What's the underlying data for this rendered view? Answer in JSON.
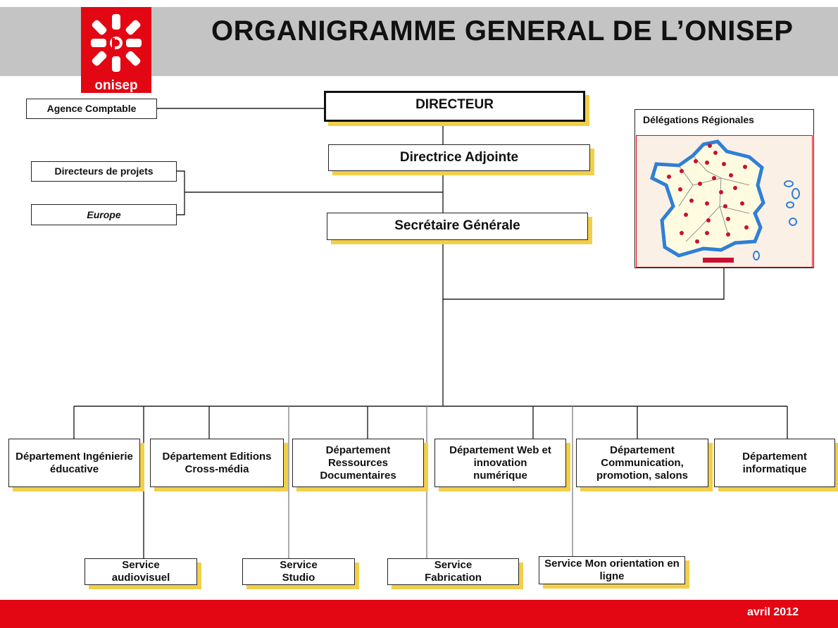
{
  "header": {
    "title": "ORGANIGRAMME GENERAL DE L’ONISEP",
    "logo_text": "onisep"
  },
  "top": {
    "agence": "Agence Comptable",
    "directeur": "DIRECTEUR",
    "directrice": "Directrice Adjointe",
    "directeurs_projets": "Directeurs de projets",
    "europe": "Europe",
    "secretaire": "Secrétaire Générale",
    "delegations": "Délégations Régionales"
  },
  "departments": [
    "Département Ingénierie éducative",
    "Département Editions Cross-média",
    "Département Ressources Documentaires",
    "Département Web et innovation numérique",
    "Département Communication, promotion, salons",
    "Département informatique"
  ],
  "services": [
    "Service audiovisuel",
    "Service Studio",
    "Service Fabrication",
    "Service Mon orientation en ligne"
  ],
  "footer": {
    "date": "avril 2012"
  },
  "colors": {
    "brand_red": "#e30613",
    "header_gray": "#c4c4c4",
    "shadow_yellow": "#f2cf4a",
    "map_blue": "#2f7fd6"
  }
}
